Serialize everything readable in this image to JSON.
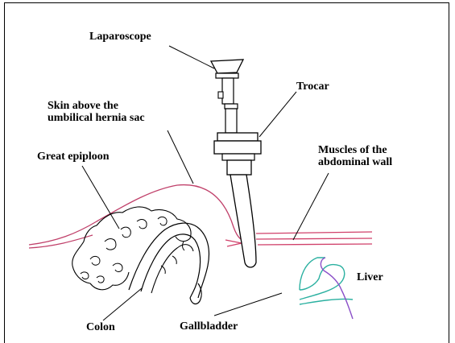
{
  "labels": {
    "laparoscope": "Laparoscope",
    "trocar": "Trocar",
    "skin": "Skin above the\numbilical hernia sac",
    "great_epiploon": "Great epiploon",
    "muscles": "Muscles of the\nabdominal wall",
    "liver": "Liver",
    "colon": "Colon",
    "gallbladder": "Gallbladder"
  },
  "colors": {
    "skin_line": "#c0406a",
    "muscle_line": "#d0406a",
    "gallbladder_line": "#2ab0a0",
    "liver_line": "#8a4fc8",
    "ink": "#000000"
  }
}
